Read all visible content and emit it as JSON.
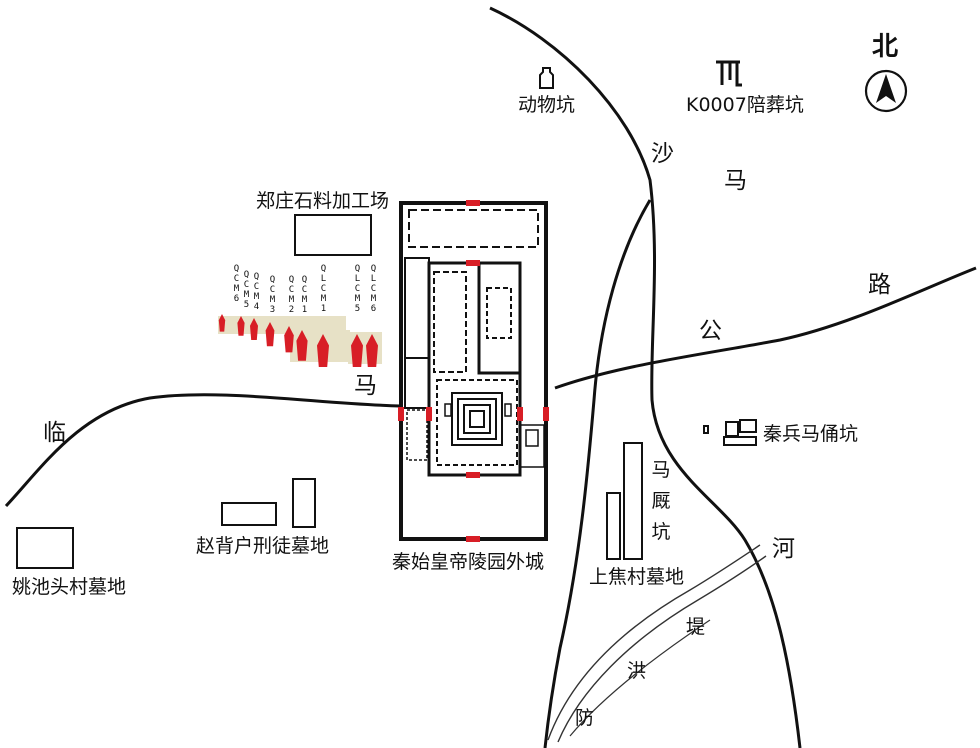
{
  "map": {
    "north_label": "北",
    "pits": {
      "animal": "动物坑",
      "k0007": "K0007陪葬坑",
      "terracotta": "秦兵马俑坑",
      "stable": "马厩坑"
    },
    "sites": {
      "quarry": "郑庄石料加工场",
      "outer_wall": "秦始皇帝陵园外城",
      "convict_cemetery": "赵背户刑徒墓地",
      "yaochitou": "姚池头村墓地",
      "shangjiao": "上焦村墓地"
    },
    "road_lin_ma": [
      "临",
      "马"
    ],
    "road_sha_ma": [
      "沙",
      "马",
      "公",
      "路"
    ],
    "river": "河",
    "levee": [
      "堤",
      "洪",
      "防"
    ],
    "tomb_codes": [
      "QCM6",
      "QCM5",
      "QCM4",
      "QCM3",
      "QCM2",
      "QCM1",
      "QLCM1",
      "QLCM5",
      "QLCM6"
    ]
  },
  "colors": {
    "line": "#111111",
    "gate_marker": "#d81e26",
    "tomb_marker": "#d81e26",
    "tomb_shadow": "#e7e1c6",
    "background": "#ffffff"
  }
}
